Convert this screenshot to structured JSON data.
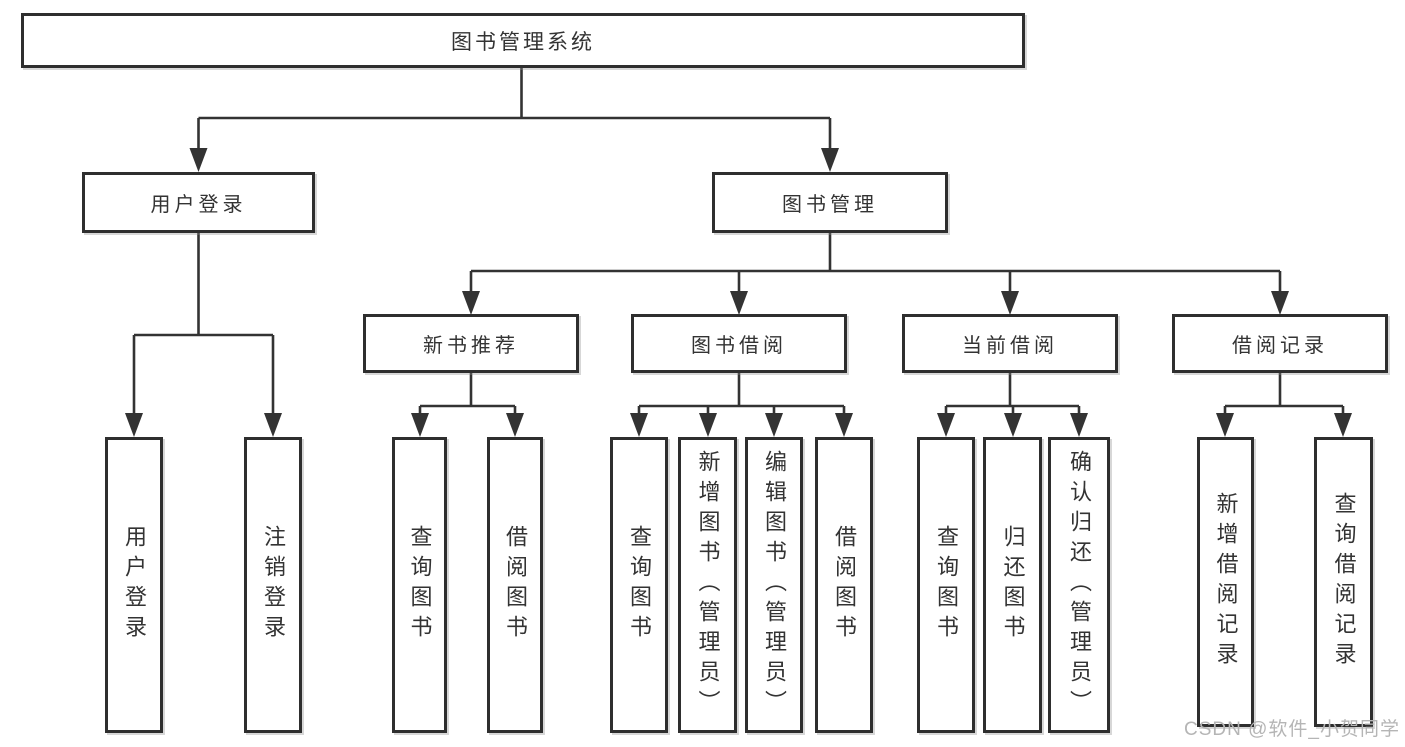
{
  "diagram_title": "图书管理系统",
  "watermark": "CSDN @软件_小贺同学",
  "colors": {
    "line": "#333333",
    "box_border": "#2e2e2e",
    "text": "#333333",
    "watermark": "#b5b5b5",
    "background": "#ffffff"
  },
  "nodes": {
    "root": {
      "label": "图书管理系统"
    },
    "userLogin": {
      "label": "用户登录"
    },
    "bookMgmt": {
      "label": "图书管理"
    },
    "newBooks": {
      "label": "新书推荐"
    },
    "bookBorrow": {
      "label": "图书借阅"
    },
    "currentBorrow": {
      "label": "当前借阅"
    },
    "borrowRecords": {
      "label": "借阅记录"
    },
    "leafUserLogin": {
      "label": "用户登录"
    },
    "leafLogout": {
      "label": "注销登录"
    },
    "leafQueryBooksNew": {
      "label": "查询图书"
    },
    "leafBorrowBooksNew": {
      "label": "借阅图书"
    },
    "leafQueryBooksBorrow": {
      "label": "查询图书"
    },
    "leafAddBooks": {
      "label": "新增图书（管理员）"
    },
    "leafEditBooks": {
      "label": "编辑图书（管理员）"
    },
    "leafBorrowBooksBorrow": {
      "label": "借阅图书"
    },
    "leafQueryBooksCurrent": {
      "label": "查询图书"
    },
    "leafReturnBooks": {
      "label": "归还图书"
    },
    "leafConfirmReturn": {
      "label": "确认归还（管理员）"
    },
    "leafAddRecord": {
      "label": "新增借阅记录"
    },
    "leafQueryRecord": {
      "label": "查询借阅记录"
    }
  },
  "hierarchy": {
    "图书管理系统": {
      "用户登录": [
        "用户登录",
        "注销登录"
      ],
      "图书管理": {
        "新书推荐": [
          "查询图书",
          "借阅图书"
        ],
        "图书借阅": [
          "查询图书",
          "新增图书（管理员）",
          "编辑图书（管理员）",
          "借阅图书"
        ],
        "当前借阅": [
          "查询图书",
          "归还图书",
          "确认归还（管理员）"
        ],
        "借阅记录": [
          "新增借阅记录",
          "查询借阅记录"
        ]
      }
    }
  }
}
